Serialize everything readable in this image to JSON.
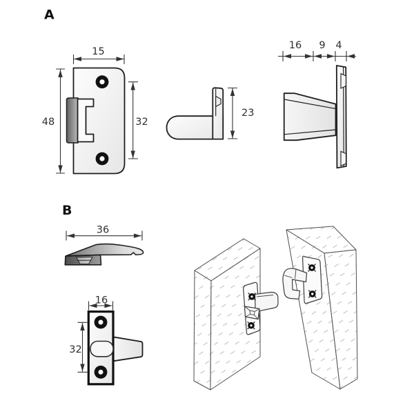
{
  "sections": {
    "a": {
      "label": "A",
      "front_view": {
        "width_dim": "15",
        "height_dim": "48",
        "hole_spacing_dim": "32"
      },
      "side_view": {
        "height_dim": "23"
      },
      "depth_view": {
        "dims": [
          "16",
          "9",
          "4"
        ]
      }
    },
    "b": {
      "label": "B",
      "profile_view": {
        "length_dim": "36"
      },
      "front_view": {
        "width_dim": "16",
        "hole_spacing_dim": "32"
      }
    }
  },
  "colors": {
    "line": "#1e1e1e",
    "dim": "#333333",
    "fill_light": "#f2f2f2",
    "fill_dark": "#5f5f5f",
    "hatch": "#c6c6c6",
    "background": "#ffffff"
  }
}
